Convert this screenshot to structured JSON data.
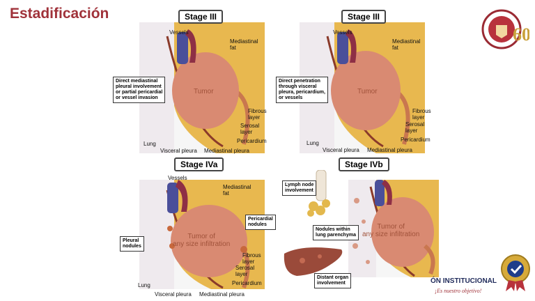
{
  "slide": {
    "title": "Estadificación"
  },
  "panels": [
    {
      "stage": "Stage III",
      "vessels": "Vessels",
      "fat": "Mediastinal\nfat",
      "tumor": "Tumor",
      "callout": "Direct mediastinal\npleural involvement\nor partial pericardial\nor vessel invasion",
      "fibrous": "Fibrous\nlayer",
      "serosal": "Serosal\nlayer",
      "pericardium": "Pericardium",
      "lung": "Lung",
      "visceral": "Visceral pleura",
      "mediastinal_pleura": "Mediastinal pleura"
    },
    {
      "stage": "Stage III",
      "vessels": "Vessels",
      "fat": "Mediastinal\nfat",
      "tumor": "Tumor",
      "callout": "Direct penetration\nthrough visceral\npleura, pericardium,\nor vessels",
      "fibrous": "Fibrous\nlayer",
      "serosal": "Serosal\nlayer",
      "pericardium": "Pericardium",
      "lung": "Lung",
      "visceral": "Visceral pleura",
      "mediastinal_pleura": "Mediastinal pleura"
    },
    {
      "stage": "Stage IVa",
      "vessels": "Vessels",
      "fat": "Mediastinal\nfat",
      "tumor": "Tumor of\nany size infiltration",
      "callout": "Pleural\nnodules",
      "callout2": "Pericardial\nnodules",
      "fibrous": "Fibrous\nlayer",
      "serosal": "Serosal\nlayer",
      "pericardium": "Pericardium",
      "lung": "Lung",
      "visceral": "Visceral pleura",
      "mediastinal_pleura": "Mediastinal pleura"
    },
    {
      "stage": "Stage IVb",
      "tumor": "Tumor of\nany size infiltration",
      "lymph": "Lymph node\ninvolvement",
      "nodules": "Nodules within\nlung parenchyma",
      "distant": "Distant organ\ninvolvement"
    }
  ],
  "footer": {
    "institution": "ÓN INSTITUCIONAL",
    "slogan": "¡Es nuestro objetivo!"
  },
  "colors": {
    "title": "#a0323a",
    "fat": "#e8b84f",
    "tumor": "#d98a72",
    "vessel_blue": "#4a4f9a",
    "vessel_red": "#8e2f45",
    "lung": "#f1eef0"
  }
}
